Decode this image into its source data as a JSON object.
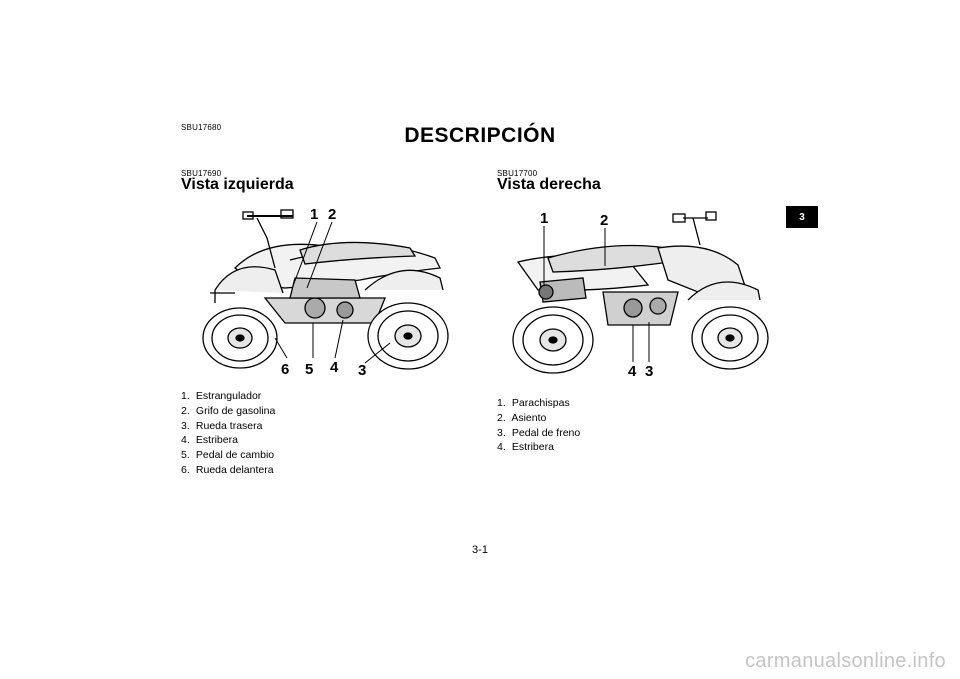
{
  "document": {
    "header_code": "SBU17680",
    "title": "DESCRIPCIÓN",
    "chapter_tab": "3",
    "page_number": "3-1",
    "watermark": "carmanualsonline.info"
  },
  "left_section": {
    "code": "SBU17690",
    "title": "Vista izquierda",
    "callouts": [
      "1",
      "2",
      "6",
      "5",
      "4",
      "3"
    ],
    "legend": [
      {
        "num": "1.",
        "label": "Estrangulador"
      },
      {
        "num": "2.",
        "label": "Grifo de gasolina"
      },
      {
        "num": "3.",
        "label": "Rueda trasera"
      },
      {
        "num": "4.",
        "label": "Estribera"
      },
      {
        "num": "5.",
        "label": "Pedal de cambio"
      },
      {
        "num": "6.",
        "label": "Rueda delantera"
      }
    ]
  },
  "right_section": {
    "code": "SBU17700",
    "title": "Vista derecha",
    "callouts": [
      "1",
      "2",
      "4",
      "3"
    ],
    "legend": [
      {
        "num": "1.",
        "label": "Parachispas"
      },
      {
        "num": "2.",
        "label": "Asiento"
      },
      {
        "num": "3.",
        "label": "Pedal de freno"
      },
      {
        "num": "4.",
        "label": "Estribera"
      }
    ]
  }
}
